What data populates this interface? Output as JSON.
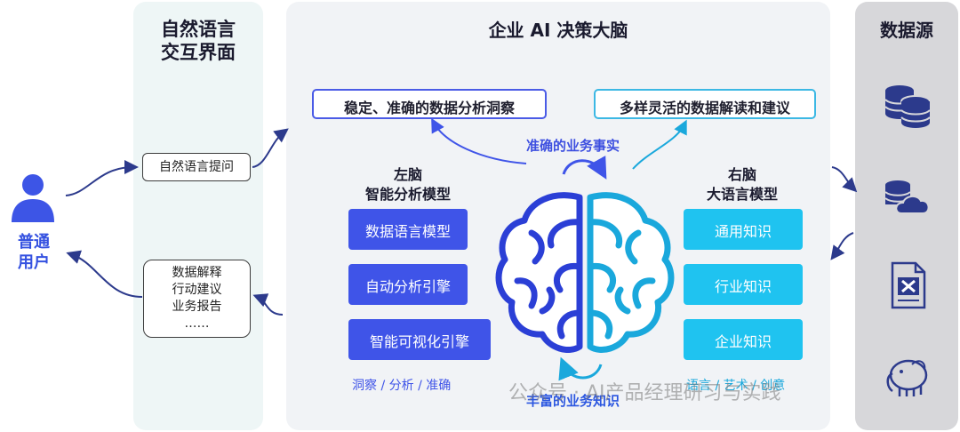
{
  "natural_language_panel": {
    "title_line1": "自然语言",
    "title_line2": "交互界面"
  },
  "core_panel": {
    "title": "企业 AI 决策大脑"
  },
  "data_source_panel": {
    "title": "数据源",
    "icons": [
      "database-icon",
      "cloud-storage-icon",
      "excel-icon",
      "hadoop-elephant-icon"
    ]
  },
  "user": {
    "label_line1": "普通",
    "label_line2": "用户",
    "icon": "user-icon"
  },
  "nl_question": "自然语言提问",
  "nl_answer": [
    "数据解释",
    "行动建议",
    "业务报告",
    "……"
  ],
  "callouts": {
    "left": "稳定、准确的数据分析洞察",
    "right": "多样灵活的数据解读和建议"
  },
  "center_captions": {
    "top": "准确的业务事实",
    "bottom": "丰富的业务知识"
  },
  "left_brain": {
    "title_line1": "左脑",
    "title_line2": "智能分析模型",
    "modules": [
      "数据语言模型",
      "自动分析引擎",
      "智能可视化引擎"
    ],
    "captions": "洞察 / 分析 / 准确"
  },
  "right_brain": {
    "title_line1": "右脑",
    "title_line2": "大语言模型",
    "modules": [
      "通用知识",
      "行业知识",
      "企业知识"
    ],
    "captions": "语言 / 艺术 / 创意"
  },
  "watermark": "公众号 · AI产品经理研习与实践",
  "colors": {
    "left_blue": "#3f54e8",
    "right_cyan": "#1fc3f0",
    "dark_navy": "#2c3a8c"
  }
}
